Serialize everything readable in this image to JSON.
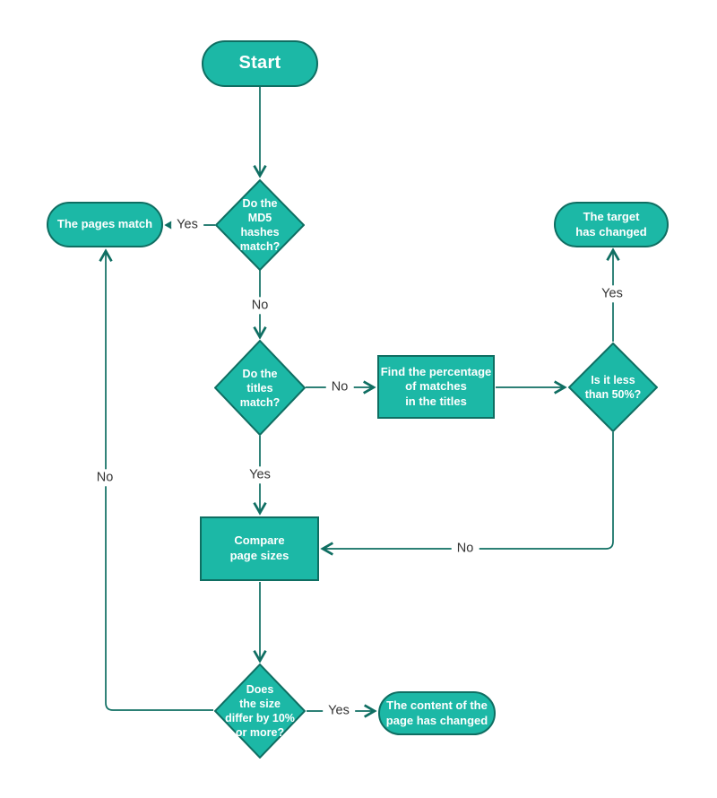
{
  "diagram": {
    "title": "Page change detection flowchart",
    "colors": {
      "node_fill": "#1CB8A6",
      "node_stroke": "#0F6E62",
      "connector_line": "#0F6E62",
      "node_text": "#FFFFFF",
      "edge_label_text": "#333333",
      "background": "#FFFFFF"
    },
    "nodes": {
      "start": {
        "type": "terminator",
        "label": "Start"
      },
      "md5": {
        "type": "decision",
        "label": "Do the\nMD5\nhashes\nmatch?"
      },
      "pages_match": {
        "type": "terminator",
        "label": "The pages match"
      },
      "titles": {
        "type": "decision",
        "label": "Do the\ntitles\nmatch?"
      },
      "find_percentage": {
        "type": "process",
        "label": "Find the percentage\nof matches\nin the titles"
      },
      "less_than_50": {
        "type": "decision",
        "label": "Is it less\nthan 50%?"
      },
      "target_changed": {
        "type": "terminator",
        "label": "The target\nhas changed"
      },
      "compare_sizes": {
        "type": "process",
        "label": "Compare\npage sizes"
      },
      "size_differs": {
        "type": "decision",
        "label": "Does\nthe size\ndiffer by 10%\nor more?"
      },
      "content_changed": {
        "type": "terminator",
        "label": "The content of the\npage has changed"
      }
    },
    "edge_labels": {
      "md5_yes": "Yes",
      "md5_no": "No",
      "titles_no": "No",
      "titles_yes": "Yes",
      "less50_yes": "Yes",
      "less50_no": "No",
      "differ_yes": "Yes",
      "differ_no": "No"
    }
  }
}
